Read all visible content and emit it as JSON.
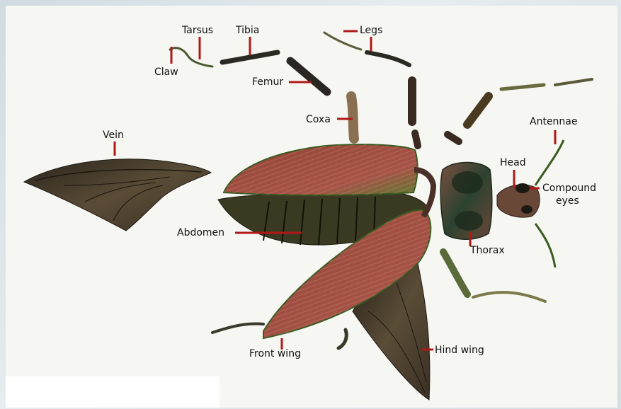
{
  "labels": {
    "tarsus": "Tarsus",
    "tibia": "Tibia",
    "legs": "Legs",
    "claw": "Claw",
    "femur": "Femur",
    "coxa": "Coxa",
    "vein": "Vein",
    "antennae": "Antennae",
    "head": "Head",
    "compound_eyes_1": "Compound",
    "compound_eyes_2": "eyes",
    "abdomen": "Abdomen",
    "thorax": "Thorax",
    "front_wing": "Front wing",
    "hind_wing": "Hind wing"
  },
  "colors": {
    "leader": "#b01818",
    "panel": "#f6f6f2",
    "elytra": "#8c3a32",
    "elytra_edge": "#4a7a2a",
    "hind_wing": "#3d3328",
    "thorax": "#2e4a2e"
  }
}
